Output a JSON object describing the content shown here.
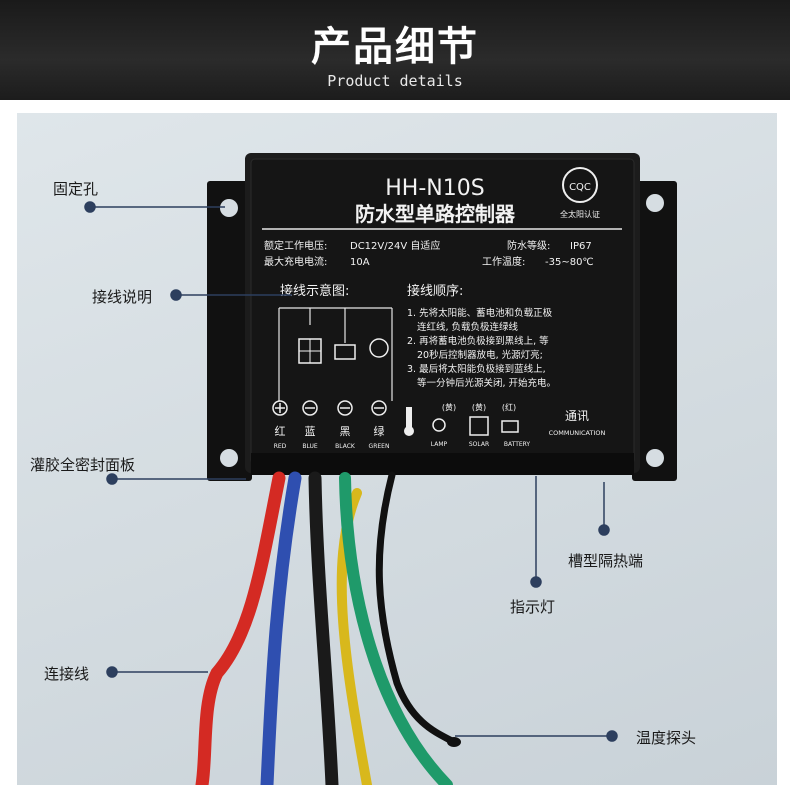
{
  "header": {
    "title": "产品细节",
    "subtitle": "Product details"
  },
  "device": {
    "model": "HH-N10S",
    "name": "防水型单路控制器",
    "logo_text": "CQC",
    "logo_caption": "全太阳认证",
    "specs": {
      "voltage_label": "额定工作电压:",
      "voltage_value": "DC12V/24V 自适应",
      "waterproof_label": "防水等级:",
      "waterproof_value": "IP67",
      "current_label": "最大充电电流:",
      "current_value": "10A",
      "temp_label": "工作温度:",
      "temp_value": "-35~80℃"
    },
    "wiring_title": "接线示意图:",
    "order_title": "接线顺序:",
    "order_lines": [
      "1. 先将太阳能、蓄电池和负载正极",
      "连红线, 负载负极连绿线",
      "2. 再将蓄电池负极接到黑线上, 等",
      "20秒后控制器放电, 光源灯亮;",
      "3. 最后将太阳能负极接到蓝线上,",
      "等一分钟后光源关闭, 开始充电。"
    ],
    "wire_labels": [
      {
        "cn": "红",
        "en": "RED"
      },
      {
        "cn": "蓝",
        "en": "BLUE"
      },
      {
        "cn": "黑",
        "en": "BLACK"
      },
      {
        "cn": "绿",
        "en": "GREEN"
      }
    ],
    "indicator_colors": [
      "(黄)",
      "(黄)",
      "(红)"
    ],
    "indicator_labels": [
      "LAMP",
      "SOLAR",
      "BATTERY"
    ],
    "comm_cn": "通讯",
    "comm_en": "COMMUNICATION"
  },
  "callouts": {
    "mount_hole": "固定孔",
    "wiring_guide": "接线说明",
    "sealed_panel": "灌胶全密封面板",
    "heat_sink": "槽型隔热端",
    "indicator": "指示灯",
    "cables": "连接线",
    "temp_probe": "温度探头"
  },
  "colors": {
    "wire_red": "#d42a23",
    "wire_blue": "#2f4fb0",
    "wire_black": "#1a1a1a",
    "wire_yellow": "#d8b81c",
    "wire_green": "#1f9a6a",
    "callout_line": "#2d3f5e"
  }
}
